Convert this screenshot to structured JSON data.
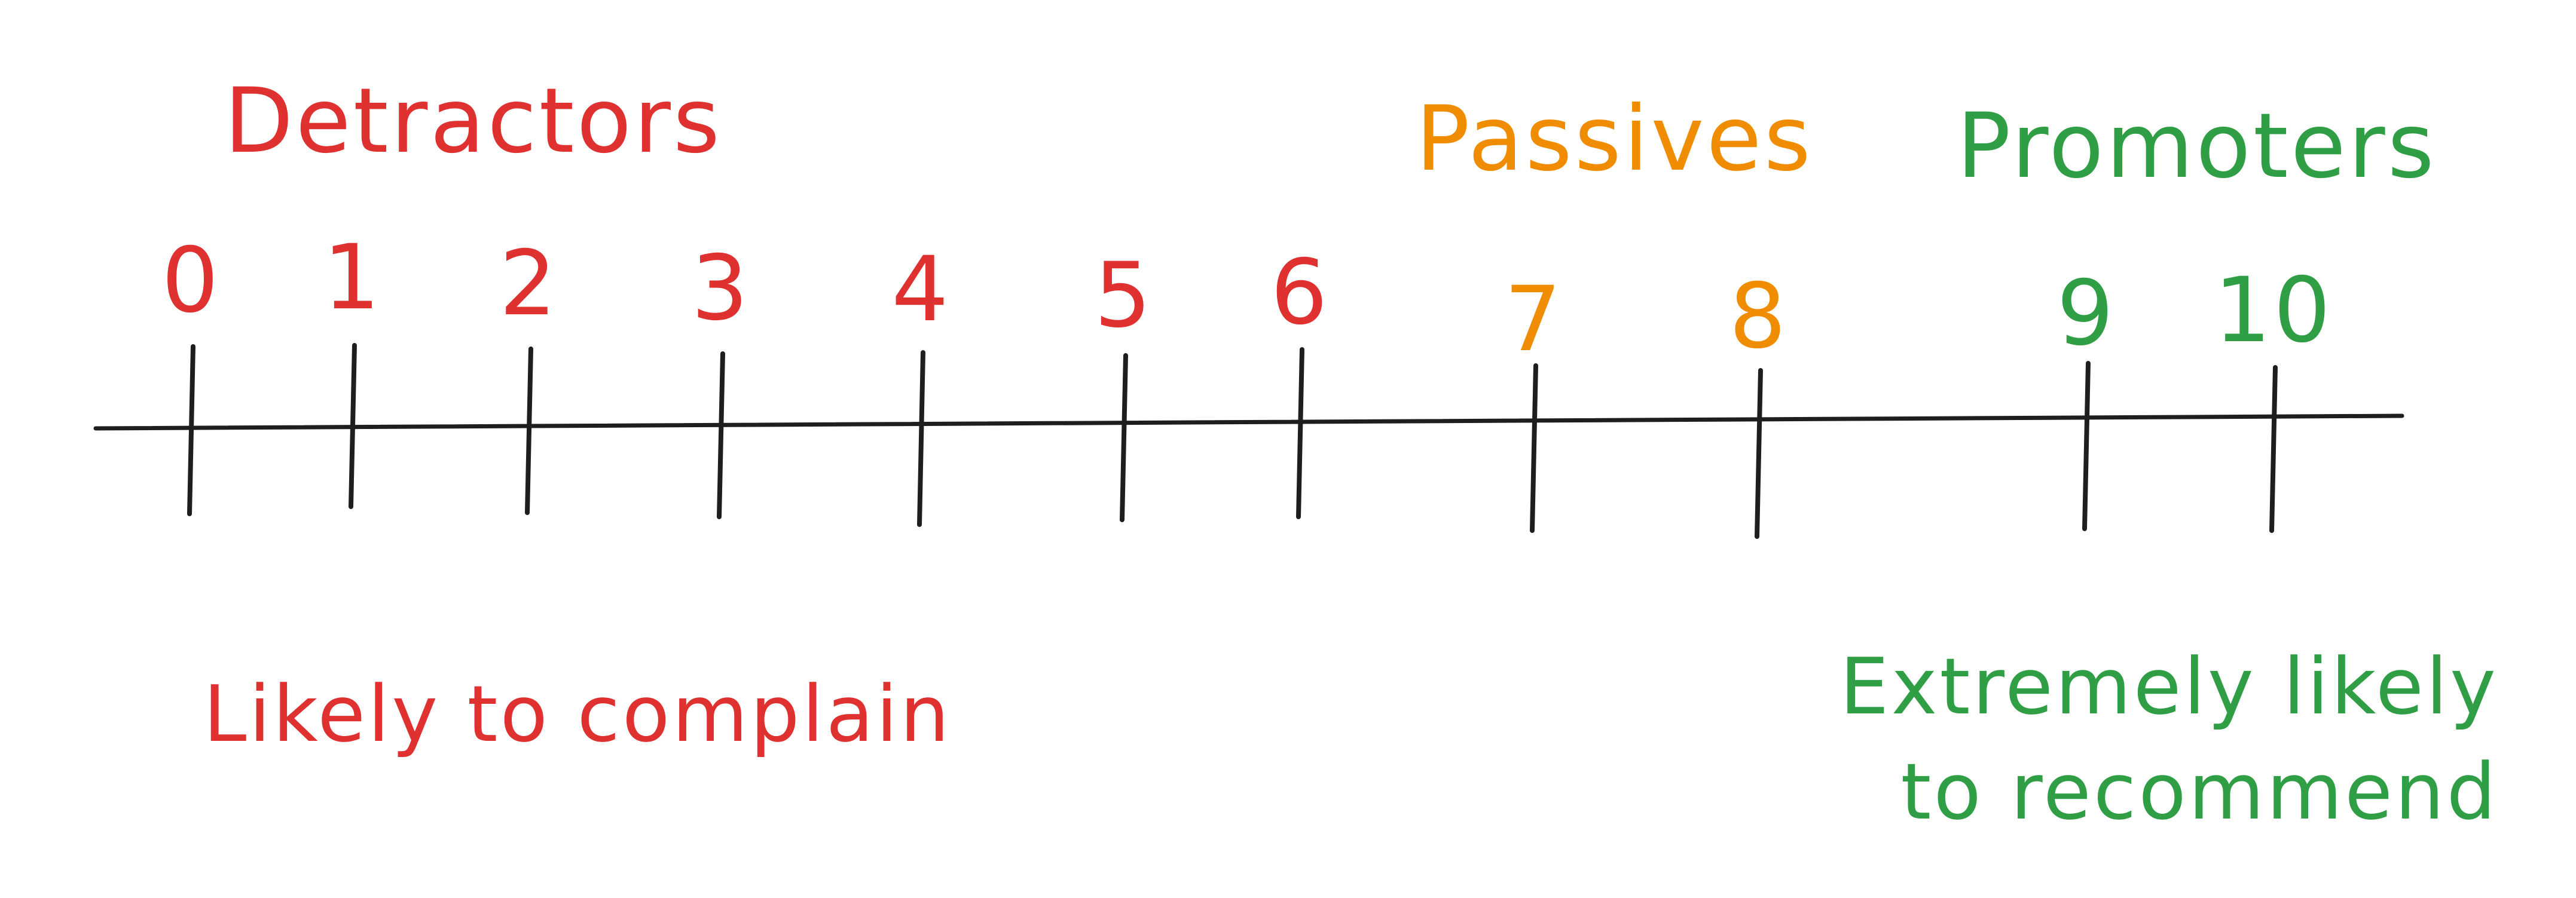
{
  "colors": {
    "detractors": "#e03131",
    "passives": "#f08c00",
    "promoters": "#2f9e44",
    "line": "#1e1e1e",
    "background": "#ffffff"
  },
  "groups": {
    "detractors": {
      "label": "Detractors",
      "range": [
        0,
        6
      ]
    },
    "passives": {
      "label": "Passives",
      "range": [
        7,
        8
      ]
    },
    "promoters": {
      "label": "Promoters",
      "range": [
        9,
        10
      ]
    }
  },
  "scale": {
    "ticks": [
      "0",
      "1",
      "2",
      "3",
      "4",
      "5",
      "6",
      "7",
      "8",
      "9",
      "10"
    ]
  },
  "notes": {
    "left": "Likely to complain",
    "right_line1": "Extremely likely",
    "right_line2": "to recommend"
  }
}
